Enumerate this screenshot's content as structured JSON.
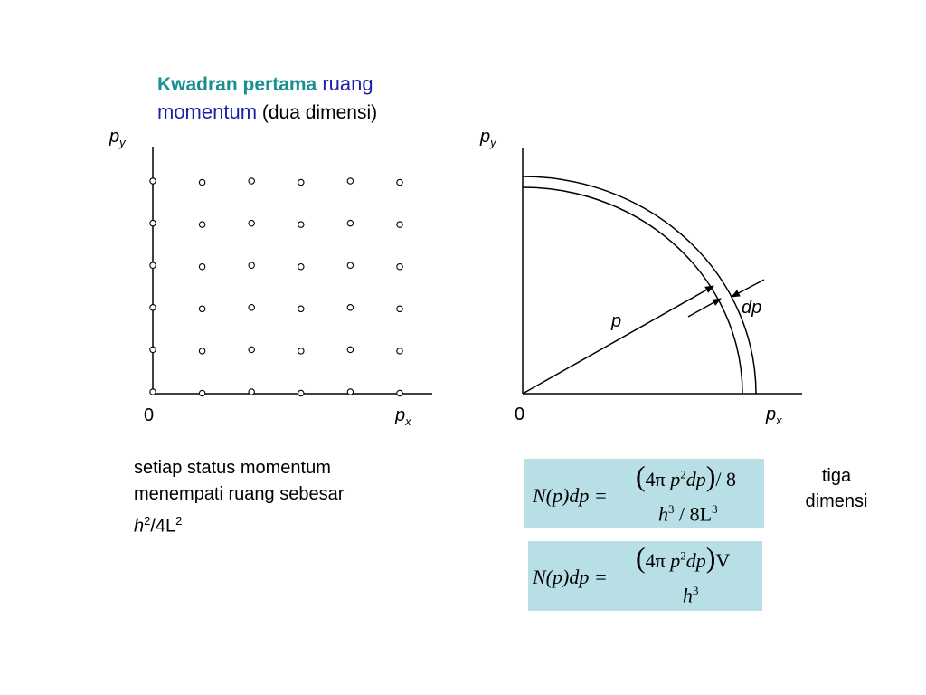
{
  "title": {
    "part1": "Kwadran pertama",
    "part2": " ruang",
    "part3": "momentum",
    "part4": " (dua dimensi)"
  },
  "left_plot": {
    "y_label_main": "p",
    "y_label_sub": "y",
    "x_label_main": "p",
    "x_label_sub": "x",
    "origin": "0",
    "grid": {
      "cols": 6,
      "rows": 6
    }
  },
  "right_plot": {
    "y_label_main": "p",
    "y_label_sub": "y",
    "x_label_main": "p",
    "x_label_sub": "x",
    "origin": "0",
    "radius_label": "p",
    "shell_label": "dp"
  },
  "description": {
    "line1": "setiap status momentum",
    "line2": "menempati ruang sebesar",
    "line3_h": "h",
    "line3_sup": "2",
    "line3_rest": "/4L",
    "line3_sup2": "2"
  },
  "side_label": {
    "line1": "tiga",
    "line2": "dimensi"
  },
  "equation1": {
    "lhs": "N(p)dp =",
    "num_open": "(",
    "num_4pi": "4π",
    "num_p": "p",
    "num_sup": "2",
    "num_dp": "dp",
    "num_close": ")",
    "num_tail": "/ 8",
    "den_h": "h",
    "den_sup": "3",
    "den_tail": "/ 8L",
    "den_sup2": "3"
  },
  "equation2": {
    "lhs": "N(p)dp =",
    "num_open": "(",
    "num_4pi": "4π",
    "num_p": "p",
    "num_sup": "2",
    "num_dp": "dp",
    "num_close": ")",
    "num_tail": "V",
    "den_h": "h",
    "den_sup": "3"
  },
  "colors": {
    "title_teal": "#1a8f8f",
    "title_blue": "#1f1fa8",
    "box_fill": "#b7dfe5"
  }
}
